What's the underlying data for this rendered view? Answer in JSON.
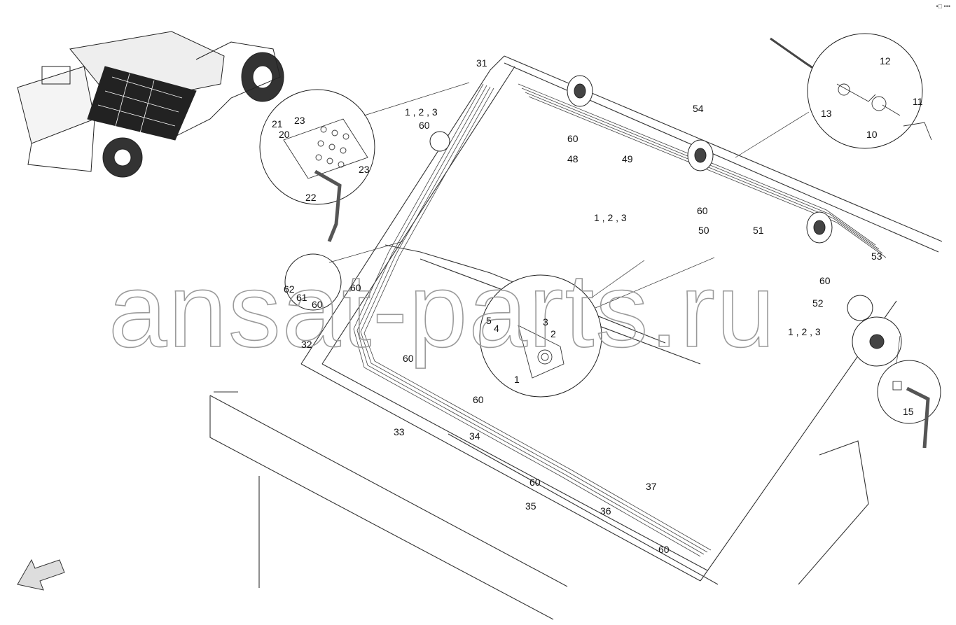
{
  "corner_mark": "•□ •••",
  "watermark": "ansat-parts.ru",
  "callouts": {
    "c31": "31",
    "c123a": "1 , 2 , 3",
    "c60a": "60",
    "c21": "21",
    "c20": "20",
    "c23a": "23",
    "c23b": "23",
    "c22": "22",
    "c54": "54",
    "c60b": "60",
    "c48": "48",
    "c49": "49",
    "c123b": "1 , 2 , 3",
    "c12": "12",
    "c11": "11",
    "c13": "13",
    "c10": "10",
    "c60c": "60",
    "c50": "50",
    "c51": "51",
    "c53": "53",
    "c60d": "60",
    "c52": "52",
    "c123c": "1 , 2 , 3",
    "c62": "62",
    "c61": "61",
    "c60e": "60",
    "c60f": "60",
    "c32": "32",
    "c5": "5",
    "c4": "4",
    "c3": "3",
    "c2": "2",
    "c1": "1",
    "c60g": "60",
    "c60h": "60",
    "c33": "33",
    "c34": "34",
    "c60i": "60",
    "c35": "35",
    "c36": "36",
    "c37": "37",
    "c60j": "60",
    "c15": "15"
  }
}
